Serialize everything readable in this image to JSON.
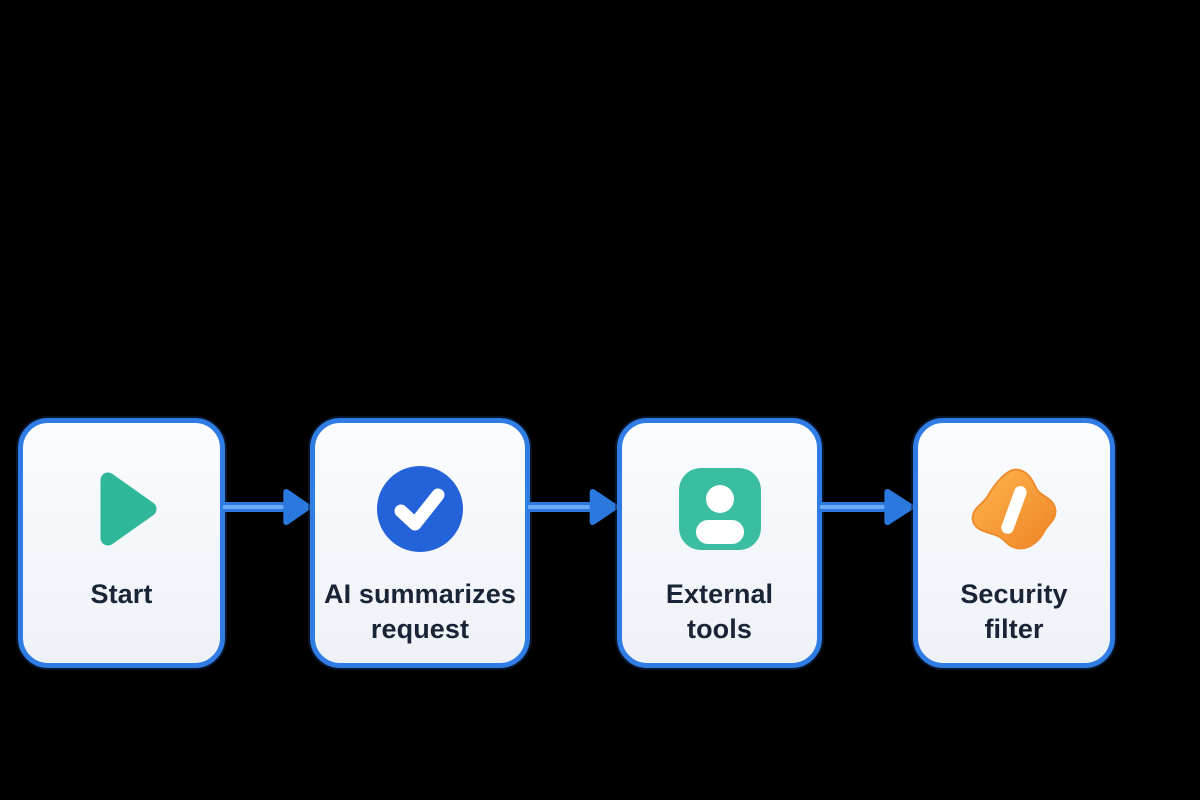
{
  "diagram": {
    "type": "flowchart",
    "orientation": "horizontal",
    "background": "#000000",
    "palette": {
      "node_border": "#2e7ce4",
      "node_fill": "#f5f7fa",
      "arrow": "#2b79de",
      "arrow_highlight": "#6cabf4",
      "label_text": "#1b2436",
      "play_green": "#2fb79a",
      "check_blue": "#2462da",
      "person_green": "#3abda0",
      "blob_orange_light": "#fcb54f",
      "blob_orange_dark": "#ef8426"
    },
    "nodes": [
      {
        "id": "start",
        "label": "Start",
        "icon": "play-icon"
      },
      {
        "id": "ai",
        "label": "AI summarizes\nrequest",
        "icon": "check-circle-icon"
      },
      {
        "id": "tools",
        "label": "External\ntools",
        "icon": "person-icon"
      },
      {
        "id": "security",
        "label": "Security\nfilter",
        "icon": "slash-blob-icon"
      }
    ],
    "connectors": [
      {
        "from": "Start",
        "to": "AI summarizes request"
      },
      {
        "from": "AI summarizes request",
        "to": "External tools"
      },
      {
        "from": "External tools",
        "to": "Security filter"
      }
    ]
  }
}
